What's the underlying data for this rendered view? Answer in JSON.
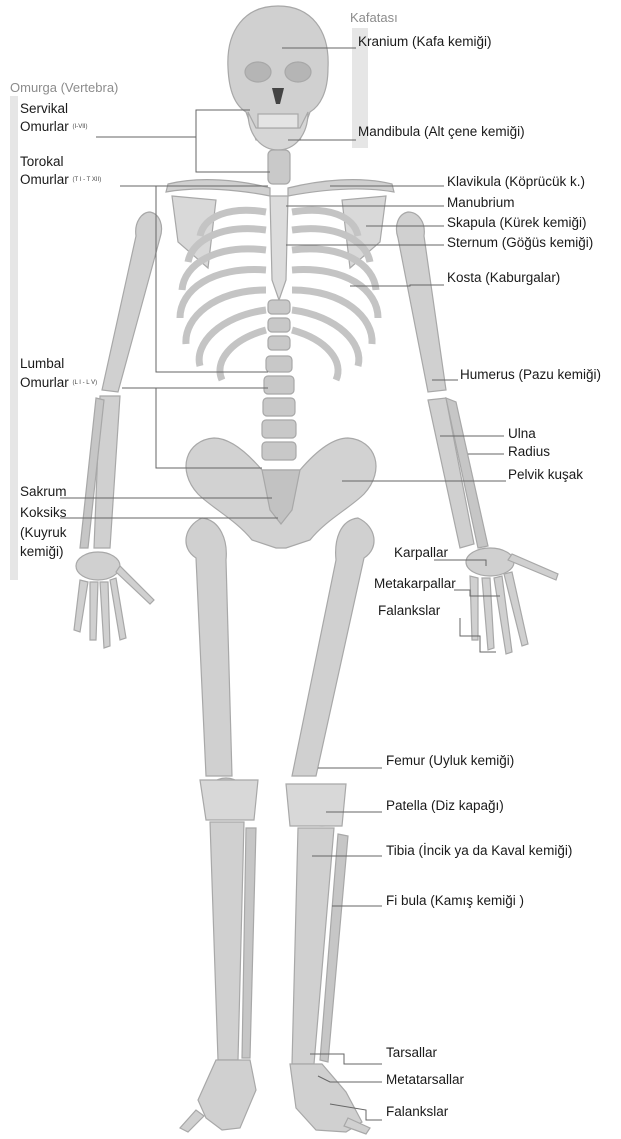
{
  "groups": {
    "skull": "Kafatası",
    "spine": "Omurga (Vertebra)"
  },
  "labels": {
    "kranium": "Kranium (Kafa kemiği)",
    "mandibula": "Mandibula (Alt çene kemiği)",
    "servikal_1": "Servikal",
    "servikal_2": "Omurlar",
    "servikal_sub": "(I-VII)",
    "torokal_1": "Torokal",
    "torokal_2": "Omurlar",
    "torokal_sub": "(T I - T XII)",
    "lumbal_1": "Lumbal",
    "lumbal_2": "Omurlar",
    "lumbal_sub": "(L I - L V)",
    "sakrum": "Sakrum",
    "koksiks_1": "Koksiks",
    "koksiks_2": "(Kuyruk",
    "koksiks_3": "kemiği)",
    "klavikula": "Klavikula (Köprücük k.)",
    "manubrium": "Manubrium",
    "skapula": "Skapula (Kürek kemiği)",
    "sternum": "Sternum (Göğüs kemiği)",
    "kosta": "Kosta (Kaburgalar)",
    "humerus": "Humerus (Pazu kemiği)",
    "ulna": "Ulna",
    "radius": "Radius",
    "pelvik": "Pelvik kuşak",
    "karpallar": "Karpallar",
    "metakarpallar": "Metakarpallar",
    "falankslar_hand": "Falankslar",
    "femur": "Femur (Uyluk kemiği)",
    "patella": "Patella (Diz kapağı)",
    "tibia": "Tibia (İncik ya da Kaval kemiği)",
    "fibula": "Fi bula (Kamış kemiği )",
    "tarsallar": "Tarsallar",
    "metatarsallar": "Metatarsallar",
    "falankslar_foot": "Falankslar"
  },
  "colors": {
    "bone": "#cfcfcf",
    "bone_light": "#dddddd",
    "bone_dark": "#a9a9a9",
    "leader": "#666666",
    "group_bar": "#e6e6e6"
  }
}
